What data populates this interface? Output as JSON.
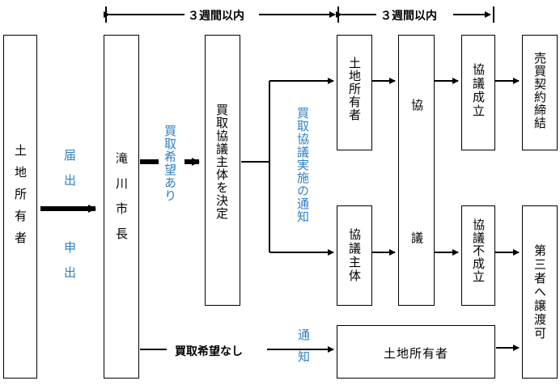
{
  "timeline": {
    "left_label": "３週間以内",
    "right_label": "３週間以内"
  },
  "boxes": {
    "landowner_left": "土地所有者",
    "mayor": "滝川市長",
    "decide_buyer": "買取協議主体を決定",
    "landowner_top": "土地所有者",
    "kyogi_left_top": "協",
    "kyogi_left_bottom": "議",
    "agreement": "協議成立",
    "contract": "売買契約締結",
    "negotiating_body": "協議主体",
    "no_agreement": "協議不成立",
    "transfer_third": "第三者へ譲渡可",
    "landowner_bottom": "土地所有者"
  },
  "labels": {
    "notice": "届出",
    "application": "申出",
    "purchase_wish": "買取希望あり",
    "negotiation_notice": "買取協議実施の通知",
    "no_purchase_wish": "買取希望なし",
    "notify": "通知"
  }
}
